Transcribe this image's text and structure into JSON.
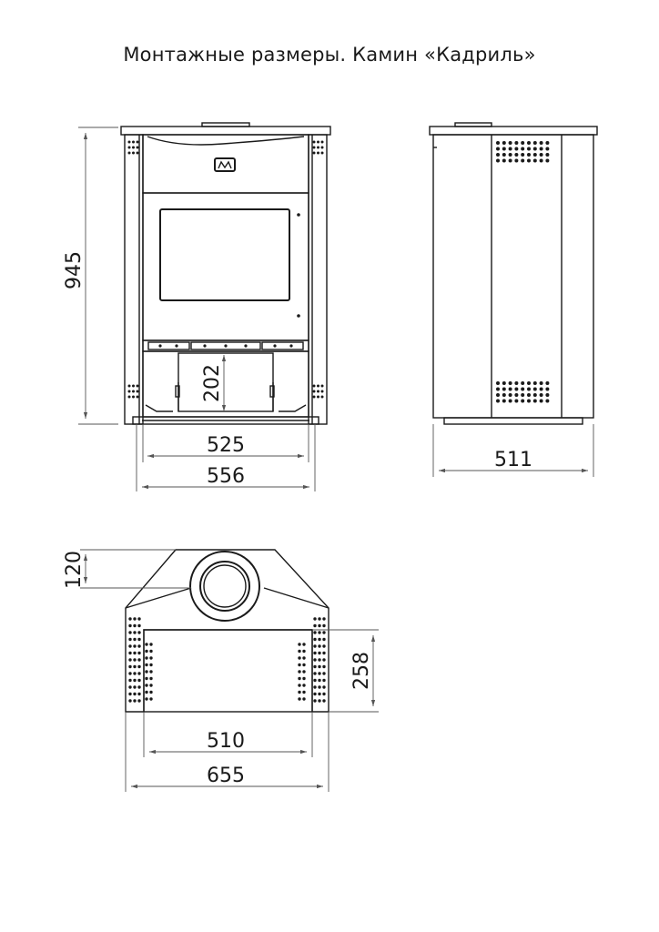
{
  "title": "Монтажные размеры. Камин «Кадриль»",
  "front_view": {
    "height": "945",
    "ash_door_height": "202",
    "inner_width": "525",
    "outer_width": "556"
  },
  "side_view": {
    "depth": "511"
  },
  "top_view": {
    "flue_offset": "120",
    "firebox_depth": "258",
    "inner_width": "510",
    "outer_width": "655"
  },
  "colors": {
    "line": "#1a1a1a",
    "dimension": "#555555",
    "background": "#ffffff"
  }
}
